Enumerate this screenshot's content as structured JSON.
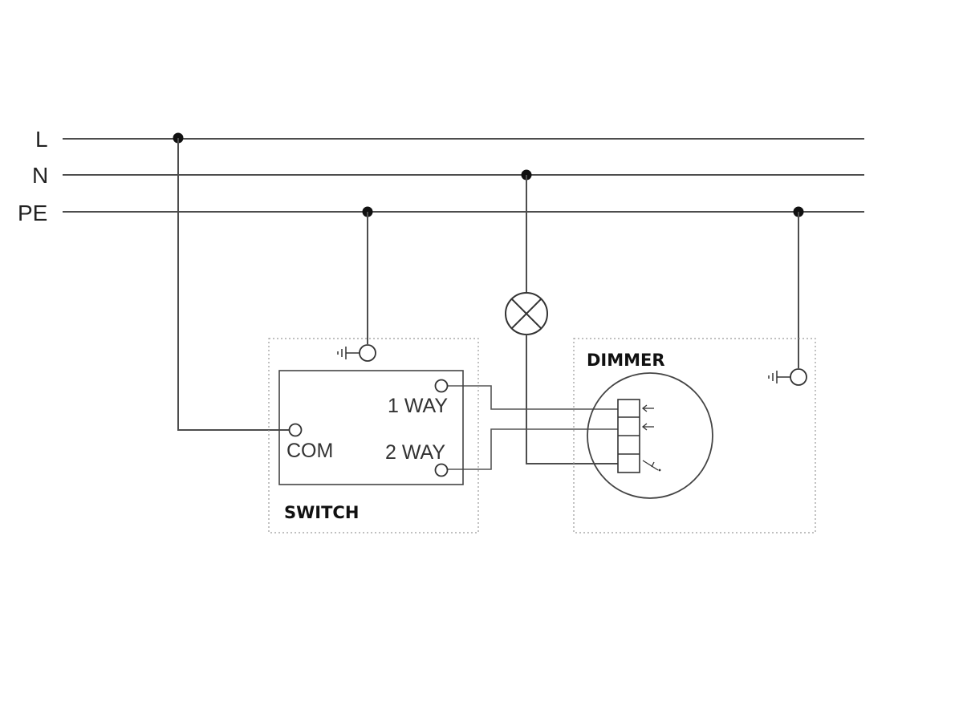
{
  "rails": {
    "live": "L",
    "neutral": "N",
    "earth": "PE"
  },
  "switch": {
    "title": "SWITCH",
    "terminal_com": "COM",
    "terminal_1way": "1 WAY",
    "terminal_2way": "2 WAY"
  },
  "dimmer": {
    "title": "DIMMER"
  },
  "colors": {
    "wire": "#4d4d4d",
    "node": "#111111",
    "box_border": "#9a9a9a"
  },
  "icons": [
    "earth-terminal-icon",
    "lamp-icon",
    "junction-node-icon",
    "arrow-left-icon"
  ]
}
